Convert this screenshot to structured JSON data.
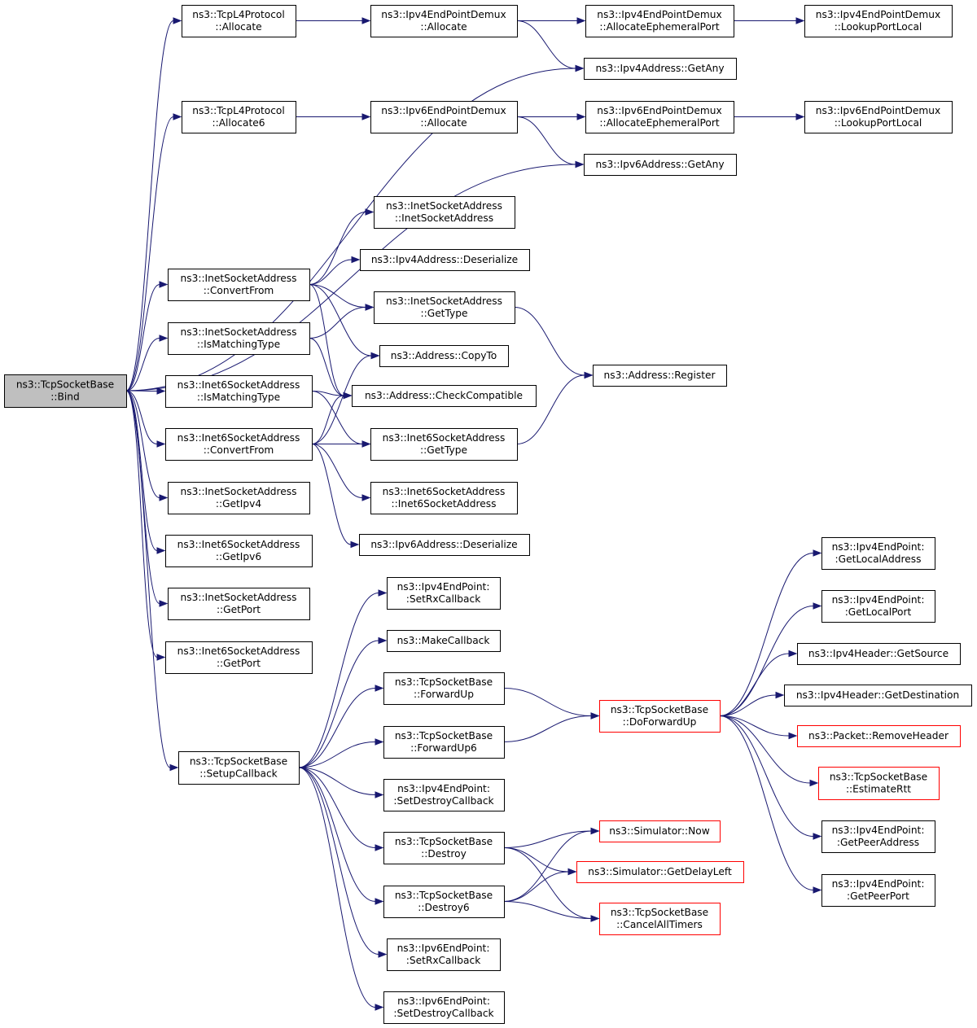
{
  "colors": {
    "edge": "#191970",
    "node_border": "#000000",
    "truncated_border": "#ff0000",
    "root_fill": "#bfbfbf"
  },
  "nodes": {
    "bind": {
      "lines": [
        "ns3::TcpSocketBase",
        "::Bind"
      ],
      "style": "root"
    },
    "alloc": {
      "lines": [
        "ns3::TcpL4Protocol",
        "::Allocate"
      ]
    },
    "alloc6": {
      "lines": [
        "ns3::TcpL4Protocol",
        "::Allocate6"
      ]
    },
    "v4demux": {
      "lines": [
        "ns3::Ipv4EndPointDemux",
        "::Allocate"
      ]
    },
    "v4eph": {
      "lines": [
        "ns3::Ipv4EndPointDemux",
        "::AllocateEphemeralPort"
      ]
    },
    "v4lookup": {
      "lines": [
        "ns3::Ipv4EndPointDemux",
        "::LookupPortLocal"
      ]
    },
    "v4any": {
      "lines": [
        "ns3::Ipv4Address::GetAny"
      ]
    },
    "v6demux": {
      "lines": [
        "ns3::Ipv6EndPointDemux",
        "::Allocate"
      ]
    },
    "v6eph": {
      "lines": [
        "ns3::Ipv6EndPointDemux",
        "::AllocateEphemeralPort"
      ]
    },
    "v6lookup": {
      "lines": [
        "ns3::Ipv6EndPointDemux",
        "::LookupPortLocal"
      ]
    },
    "v6any": {
      "lines": [
        "ns3::Ipv6Address::GetAny"
      ]
    },
    "inetsa": {
      "lines": [
        "ns3::InetSocketAddress",
        "::InetSocketAddress"
      ]
    },
    "v4deser": {
      "lines": [
        "ns3::Ipv4Address::Deserialize"
      ]
    },
    "inetconv": {
      "lines": [
        "ns3::InetSocketAddress",
        "::ConvertFrom"
      ]
    },
    "inettype": {
      "lines": [
        "ns3::InetSocketAddress",
        "::GetType"
      ]
    },
    "inetmatch": {
      "lines": [
        "ns3::InetSocketAddress",
        "::IsMatchingType"
      ]
    },
    "copyto": {
      "lines": [
        "ns3::Address::CopyTo"
      ]
    },
    "register": {
      "lines": [
        "ns3::Address::Register"
      ]
    },
    "inet6match": {
      "lines": [
        "ns3::Inet6SocketAddress",
        "::IsMatchingType"
      ]
    },
    "checkcomp": {
      "lines": [
        "ns3::Address::CheckCompatible"
      ]
    },
    "inet6conv": {
      "lines": [
        "ns3::Inet6SocketAddress",
        "::ConvertFrom"
      ]
    },
    "inet6type": {
      "lines": [
        "ns3::Inet6SocketAddress",
        "::GetType"
      ]
    },
    "getipv4": {
      "lines": [
        "ns3::InetSocketAddress",
        "::GetIpv4"
      ]
    },
    "inet6sa": {
      "lines": [
        "ns3::Inet6SocketAddress",
        "::Inet6SocketAddress"
      ]
    },
    "getipv6": {
      "lines": [
        "ns3::Inet6SocketAddress",
        "::GetIpv6"
      ]
    },
    "v6deser": {
      "lines": [
        "ns3::Ipv6Address::Deserialize"
      ]
    },
    "inetport": {
      "lines": [
        "ns3::InetSocketAddress",
        "::GetPort"
      ]
    },
    "inet6port": {
      "lines": [
        "ns3::Inet6SocketAddress",
        "::GetPort"
      ]
    },
    "setup": {
      "lines": [
        "ns3::TcpSocketBase",
        "::SetupCallback"
      ]
    },
    "v4setrx": {
      "lines": [
        "ns3::Ipv4EndPoint:",
        ":SetRxCallback"
      ]
    },
    "makecb": {
      "lines": [
        "ns3::MakeCallback"
      ]
    },
    "fwdup": {
      "lines": [
        "ns3::TcpSocketBase",
        "::ForwardUp"
      ]
    },
    "fwdup6": {
      "lines": [
        "ns3::TcpSocketBase",
        "::ForwardUp6"
      ]
    },
    "v4setdes": {
      "lines": [
        "ns3::Ipv4EndPoint:",
        ":SetDestroyCallback"
      ]
    },
    "destroy": {
      "lines": [
        "ns3::TcpSocketBase",
        "::Destroy"
      ]
    },
    "destroy6": {
      "lines": [
        "ns3::TcpSocketBase",
        "::Destroy6"
      ]
    },
    "v6setrx": {
      "lines": [
        "ns3::Ipv6EndPoint:",
        ":SetRxCallback"
      ]
    },
    "v6setdes": {
      "lines": [
        "ns3::Ipv6EndPoint:",
        ":SetDestroyCallback"
      ]
    },
    "dofwd": {
      "lines": [
        "ns3::TcpSocketBase",
        "::DoForwardUp"
      ],
      "style": "truncated"
    },
    "simnow": {
      "lines": [
        "ns3::Simulator::Now"
      ],
      "style": "truncated"
    },
    "simdelay": {
      "lines": [
        "ns3::Simulator::GetDelayLeft"
      ],
      "style": "truncated"
    },
    "cancel": {
      "lines": [
        "ns3::TcpSocketBase",
        "::CancelAllTimers"
      ],
      "style": "truncated"
    },
    "getlocaddr": {
      "lines": [
        "ns3::Ipv4EndPoint:",
        ":GetLocalAddress"
      ]
    },
    "getlocport": {
      "lines": [
        "ns3::Ipv4EndPoint:",
        ":GetLocalPort"
      ]
    },
    "getsrc": {
      "lines": [
        "ns3::Ipv4Header::GetSource"
      ]
    },
    "getdst": {
      "lines": [
        "ns3::Ipv4Header::GetDestination"
      ]
    },
    "rmhdr": {
      "lines": [
        "ns3::Packet::RemoveHeader"
      ],
      "style": "truncated"
    },
    "estrtt": {
      "lines": [
        "ns3::TcpSocketBase",
        "::EstimateRtt"
      ],
      "style": "truncated"
    },
    "getpeeraddr": {
      "lines": [
        "ns3::Ipv4EndPoint:",
        ":GetPeerAddress"
      ]
    },
    "getpeerport": {
      "lines": [
        "ns3::Ipv4EndPoint:",
        ":GetPeerPort"
      ]
    }
  },
  "edges": [
    [
      "bind",
      "alloc"
    ],
    [
      "bind",
      "v4any"
    ],
    [
      "bind",
      "alloc6"
    ],
    [
      "bind",
      "v6any"
    ],
    [
      "bind",
      "inetconv"
    ],
    [
      "bind",
      "inetmatch"
    ],
    [
      "bind",
      "inet6match"
    ],
    [
      "bind",
      "inet6conv"
    ],
    [
      "bind",
      "getipv4"
    ],
    [
      "bind",
      "getipv6"
    ],
    [
      "bind",
      "inetport"
    ],
    [
      "bind",
      "inet6port"
    ],
    [
      "bind",
      "setup"
    ],
    [
      "alloc",
      "v4demux"
    ],
    [
      "v4demux",
      "v4eph"
    ],
    [
      "v4demux",
      "v4any"
    ],
    [
      "v4eph",
      "v4lookup"
    ],
    [
      "alloc6",
      "v6demux"
    ],
    [
      "v6demux",
      "v6eph"
    ],
    [
      "v6demux",
      "v6any"
    ],
    [
      "v6eph",
      "v6lookup"
    ],
    [
      "inetconv",
      "inetsa"
    ],
    [
      "inetconv",
      "v4deser"
    ],
    [
      "inetconv",
      "inettype"
    ],
    [
      "inetconv",
      "copyto"
    ],
    [
      "inetconv",
      "checkcomp"
    ],
    [
      "inetmatch",
      "inettype"
    ],
    [
      "inetmatch",
      "checkcomp"
    ],
    [
      "inettype",
      "register"
    ],
    [
      "inet6match",
      "checkcomp"
    ],
    [
      "inet6match",
      "inet6type"
    ],
    [
      "inet6conv",
      "copyto"
    ],
    [
      "inet6conv",
      "checkcomp"
    ],
    [
      "inet6conv",
      "inet6type"
    ],
    [
      "inet6conv",
      "inet6sa"
    ],
    [
      "inet6conv",
      "v6deser"
    ],
    [
      "inet6type",
      "register"
    ],
    [
      "setup",
      "v4setrx"
    ],
    [
      "setup",
      "makecb"
    ],
    [
      "setup",
      "fwdup"
    ],
    [
      "setup",
      "fwdup6"
    ],
    [
      "setup",
      "v4setdes"
    ],
    [
      "setup",
      "destroy"
    ],
    [
      "setup",
      "destroy6"
    ],
    [
      "setup",
      "v6setrx"
    ],
    [
      "setup",
      "v6setdes"
    ],
    [
      "fwdup",
      "dofwd"
    ],
    [
      "fwdup6",
      "dofwd"
    ],
    [
      "dofwd",
      "getlocaddr"
    ],
    [
      "dofwd",
      "getlocport"
    ],
    [
      "dofwd",
      "getsrc"
    ],
    [
      "dofwd",
      "getdst"
    ],
    [
      "dofwd",
      "rmhdr"
    ],
    [
      "dofwd",
      "estrtt"
    ],
    [
      "dofwd",
      "getpeeraddr"
    ],
    [
      "dofwd",
      "getpeerport"
    ],
    [
      "destroy",
      "simnow"
    ],
    [
      "destroy",
      "simdelay"
    ],
    [
      "destroy",
      "cancel"
    ],
    [
      "destroy6",
      "simnow"
    ],
    [
      "destroy6",
      "simdelay"
    ],
    [
      "destroy6",
      "cancel"
    ]
  ]
}
